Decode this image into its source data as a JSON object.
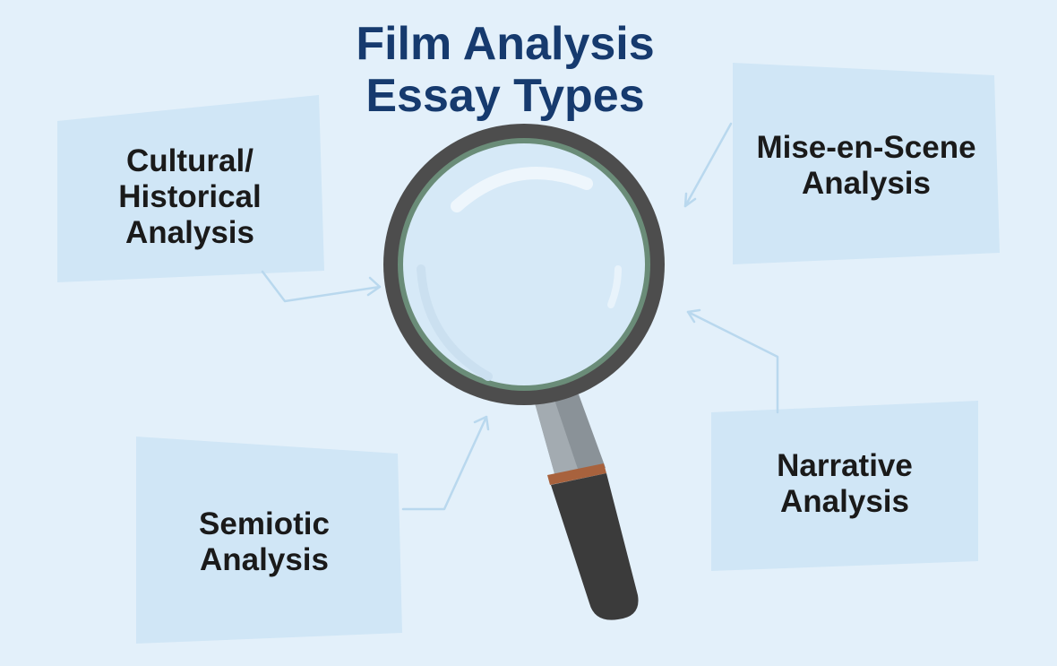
{
  "title": {
    "line1": "Film Analysis",
    "line2": "Essay Types"
  },
  "cards": {
    "cultural": {
      "lines": [
        "Cultural/",
        "Historical",
        "Analysis"
      ]
    },
    "mise": {
      "lines": [
        "Mise-en-Scene",
        "Analysis"
      ]
    },
    "semiotic": {
      "lines": [
        "Semiotic",
        "Analysis"
      ]
    },
    "narrative": {
      "lines": [
        "Narrative",
        "Analysis"
      ]
    }
  },
  "colors": {
    "background": "#e3f0fa",
    "card": "#d0e6f6",
    "title": "#163a6e",
    "lens_rim": "#4d4d4d",
    "lens_inner_ring": "#6a8c78",
    "lens_glass": "#d6e9f7",
    "handle": "#3b3b3b",
    "handle_neck": "#8a9298",
    "handle_band": "#a8623d",
    "connector": "#b9d8ee"
  },
  "icons": {
    "center": "magnifying-glass-icon"
  }
}
